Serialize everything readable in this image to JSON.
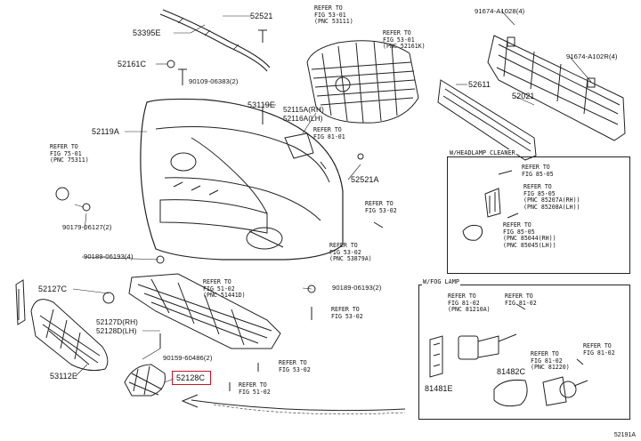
{
  "part_labels": {
    "p52521": "52521",
    "p53395e": "53395E",
    "p52161c": "52161C",
    "p90109": "90109-06383(2)",
    "p53119e": "53119E",
    "p52119a": "52119A",
    "p52115a": "52115A(RH)",
    "p52116a": "52116A(LH)",
    "p52521a": "52521A",
    "p90179": "90179-06127(2)",
    "p90189a": "90189-06193(4)",
    "p52127c": "52127C",
    "p52127d": "52127D(RH)",
    "p52128d": "52128D(LH)",
    "p53112e": "53112E",
    "p90159": "90159-60486(2)",
    "p52128c": "52128C",
    "p90189b": "90189-06193(2)",
    "p91674a": "91674-A1028(4)",
    "p91674b": "91674-A102R(4)",
    "p52611": "52611",
    "p52021": "52021",
    "p81481e": "81481E",
    "p81482c": "81482C"
  },
  "refs": {
    "r_fig53_01a": [
      "REFER TO",
      "FIG 53-01",
      "(PNC 53111)"
    ],
    "r_fig53_01b": [
      "REFER TO",
      "FIG 53-01",
      "(PNC 52161K)"
    ],
    "r_fig75": [
      "REFER TO",
      "FIG 75-01",
      "(PNC 75311)"
    ],
    "r_fig81_01": [
      "REFER TO",
      "FIG 81-01"
    ],
    "r_fig53_02a": [
      "REFER TO",
      "FIG 53-02"
    ],
    "r_fig53_02b": [
      "REFER TO",
      "FIG 53-02",
      "(PNC 53879A)"
    ],
    "r_fig51_02a": [
      "REFER TO",
      "FIG 51-02",
      "(PNC 51441D)"
    ],
    "r_fig53_02c": [
      "REFER TO",
      "FIG 53-02"
    ],
    "r_fig53_02d": [
      "REFER TO",
      "FIG 53-02"
    ],
    "r_fig51_02b": [
      "REFER TO",
      "FIG 51-02"
    ],
    "r_fig85_05a": [
      "REFER TO",
      "FIG 85-05"
    ],
    "r_fig85_05b": [
      "REFER TO",
      "FIG 85-05",
      "(PNC 85207A(RH))",
      "(PNC 85208A(LH))"
    ],
    "r_fig85_05c": [
      "REFER TO",
      "FIG 85-05",
      "(PNC 85044(RH))",
      "(PNC 85045(LH))"
    ],
    "r_fig81_02a": [
      "REFER TO",
      "FIG 81-02",
      "(PNC 81210A)"
    ],
    "r_fig81_02b": [
      "REFER TO",
      "FIG 81-02"
    ],
    "r_fig81_02c": [
      "REFER TO",
      "FIG 81-02",
      "(PNC 81220)"
    ],
    "r_fig81_02d": [
      "REFER TO",
      "FIG 81-02"
    ]
  },
  "boxes": {
    "headlamp_cleaner": "W/HEADLAMP CLEANER",
    "fog_lamp": "W/FOG LAMP"
  },
  "diagram_id": "52191A",
  "colors": {
    "line": "#222222",
    "highlight": "#c0182a"
  }
}
